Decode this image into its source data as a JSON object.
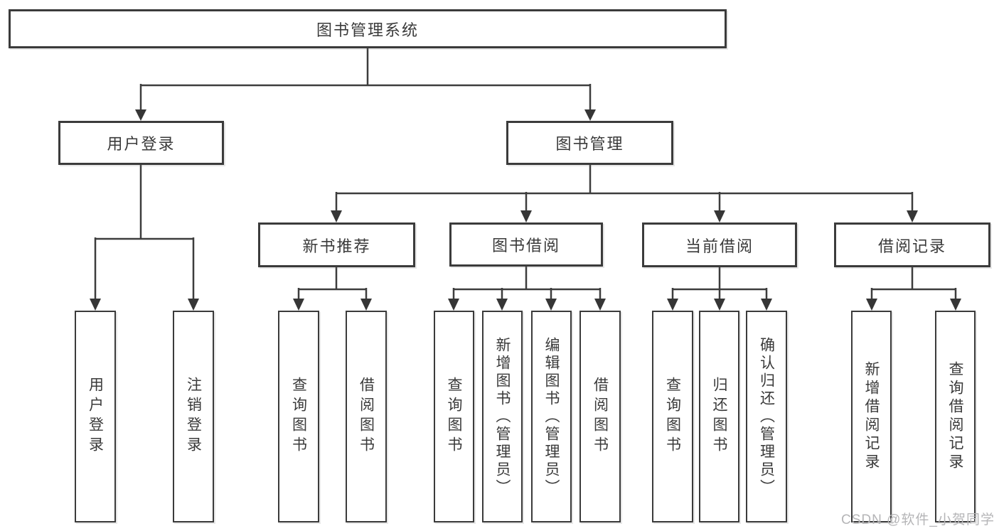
{
  "diagram_type": "hierarchy-tree",
  "colors": {
    "line": "#3d3d3d",
    "box_border": "#3b3b3b",
    "text": "#3a3a3a",
    "background": "#ffffff",
    "watermark": "#b5b5b7"
  },
  "nodes": {
    "root": {
      "label": "图书管理系统"
    },
    "user_login": {
      "label": "用户登录"
    },
    "book_mgmt": {
      "label": "图书管理"
    },
    "new_book_rec": {
      "label": "新书推荐"
    },
    "book_borrow": {
      "label": "图书借阅"
    },
    "current_borrow": {
      "label": "当前借阅"
    },
    "borrow_record": {
      "label": "借阅记录"
    },
    "leaf_user_login": {
      "label": "用户登录"
    },
    "leaf_logout": {
      "label": "注销登录"
    },
    "leaf_query_book_1": {
      "label": "查询图书"
    },
    "leaf_borrow_book_1": {
      "label": "借阅图书"
    },
    "leaf_query_book_2": {
      "label": "查询图书"
    },
    "leaf_add_book": {
      "label": "新增图书（管理员）"
    },
    "leaf_edit_book": {
      "label": "编辑图书（管理员）"
    },
    "leaf_borrow_book_2": {
      "label": "借阅图书"
    },
    "leaf_query_book_3": {
      "label": "查询图书"
    },
    "leaf_return_book": {
      "label": "归还图书"
    },
    "leaf_confirm_return": {
      "label": "确认归还（管理员）"
    },
    "leaf_add_record": {
      "label": "新增借阅记录"
    },
    "leaf_query_record": {
      "label": "查询借阅记录"
    }
  },
  "edges": [
    [
      "root",
      "user_login"
    ],
    [
      "root",
      "book_mgmt"
    ],
    [
      "user_login",
      "leaf_user_login"
    ],
    [
      "user_login",
      "leaf_logout"
    ],
    [
      "book_mgmt",
      "new_book_rec"
    ],
    [
      "book_mgmt",
      "book_borrow"
    ],
    [
      "book_mgmt",
      "current_borrow"
    ],
    [
      "book_mgmt",
      "borrow_record"
    ],
    [
      "new_book_rec",
      "leaf_query_book_1"
    ],
    [
      "new_book_rec",
      "leaf_borrow_book_1"
    ],
    [
      "book_borrow",
      "leaf_query_book_2"
    ],
    [
      "book_borrow",
      "leaf_add_book"
    ],
    [
      "book_borrow",
      "leaf_edit_book"
    ],
    [
      "book_borrow",
      "leaf_borrow_book_2"
    ],
    [
      "current_borrow",
      "leaf_query_book_3"
    ],
    [
      "current_borrow",
      "leaf_return_book"
    ],
    [
      "current_borrow",
      "leaf_confirm_return"
    ],
    [
      "borrow_record",
      "leaf_add_record"
    ],
    [
      "borrow_record",
      "leaf_query_record"
    ]
  ],
  "watermark": {
    "text": "CSDN @软件_小贺同学"
  }
}
